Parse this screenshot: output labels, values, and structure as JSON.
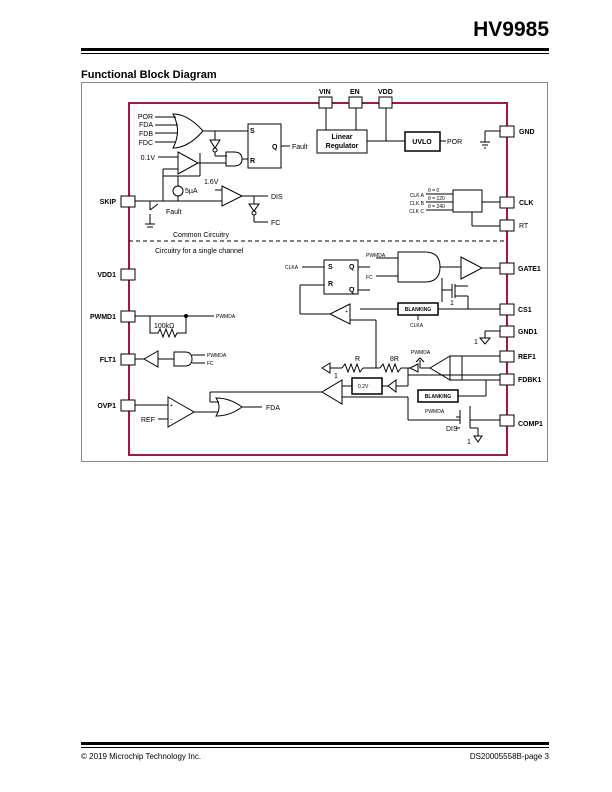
{
  "header": {
    "part_number": "HV9985"
  },
  "section": {
    "title": "Functional Block Diagram"
  },
  "diagram": {
    "pins_top": [
      "VIN",
      "EN",
      "VDD"
    ],
    "pins_left": [
      "SKIP",
      "VDD1",
      "PWMD1",
      "FLT1",
      "OVP1"
    ],
    "pins_right": [
      "GND",
      "CLK",
      "RT",
      "GATE1",
      "CS1",
      "GND1",
      "REF1",
      "FDBK1",
      "COMP1"
    ],
    "blocks": {
      "linear_regulator_line1": "Linear",
      "linear_regulator_line2": "Regulator",
      "uvlo": "UVLO",
      "blanking_1": "BLANKING",
      "blanking_2": "BLANKING"
    },
    "labels": {
      "por": "POR",
      "fda": "FDA",
      "fdb": "FDB",
      "fdc": "FDC",
      "s": "S",
      "q": "Q",
      "r": "R",
      "qbar": "Q",
      "fault": "Fault",
      "v01": "0.1V",
      "v16": "1.6V",
      "i5u": "5µA",
      "dis": "DIS",
      "fc": "FC",
      "fault2": "Fault",
      "por_out": "POR",
      "clka": "CLK A",
      "clkb": "CLK B",
      "clkc": "CLK C",
      "theta0": "θ = 0",
      "theta120": "θ = 120",
      "theta240": "θ = 240",
      "common": "Common Circuitry",
      "single": "Circuitry for a single channel",
      "pwmda1": "PWMDA",
      "clka_s": "CLKA",
      "fc2": "FC",
      "rres": "100kΩ",
      "pwmda2": "PWMDA",
      "pwmda3": "PWMDA",
      "fc3": "FC",
      "ref": "REF",
      "fda_out": "FDA",
      "clka2": "CLKA",
      "r_lbl": "R",
      "r8_lbl": "8R",
      "pwmda4": "PWMDA",
      "v02": "0.2V",
      "pwmda5": "PWMDA",
      "dis2": "DIS",
      "one1": "1",
      "one2": "1",
      "one3": "1",
      "one4": "1",
      "plus": "+",
      "minus": "−"
    }
  },
  "footer": {
    "copyright": "© 2019 Microchip Technology Inc.",
    "doc_id": "DS20005558B-page 3"
  }
}
